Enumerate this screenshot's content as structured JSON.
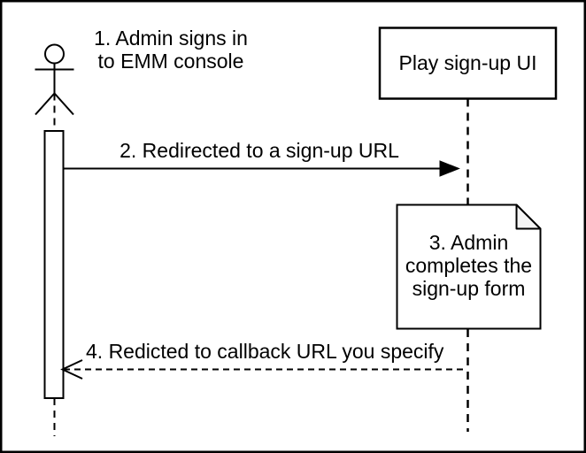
{
  "diagram": {
    "kind": "uml-sequence-diagram",
    "actor": {
      "annotation_line1": "1. Admin signs in",
      "annotation_line2": "to EMM console"
    },
    "participant": {
      "label": "Play sign-up UI"
    },
    "messages": {
      "redirect": {
        "label": "2. Redirected to a sign-up URL",
        "line_style": "solid",
        "arrowhead": "filled-triangle",
        "direction": "actor-to-participant"
      },
      "callback": {
        "label": "4. Redicted to callback URL you specify",
        "line_style": "dashed",
        "arrowhead": "open",
        "direction": "participant-to-actor"
      }
    },
    "note": {
      "line1": "3. Admin",
      "line2": "completes the",
      "line3": "sign-up form"
    }
  },
  "colors": {
    "stroke": "#000000",
    "background": "#ffffff",
    "note_fold_fill": "#f5f5f5"
  }
}
